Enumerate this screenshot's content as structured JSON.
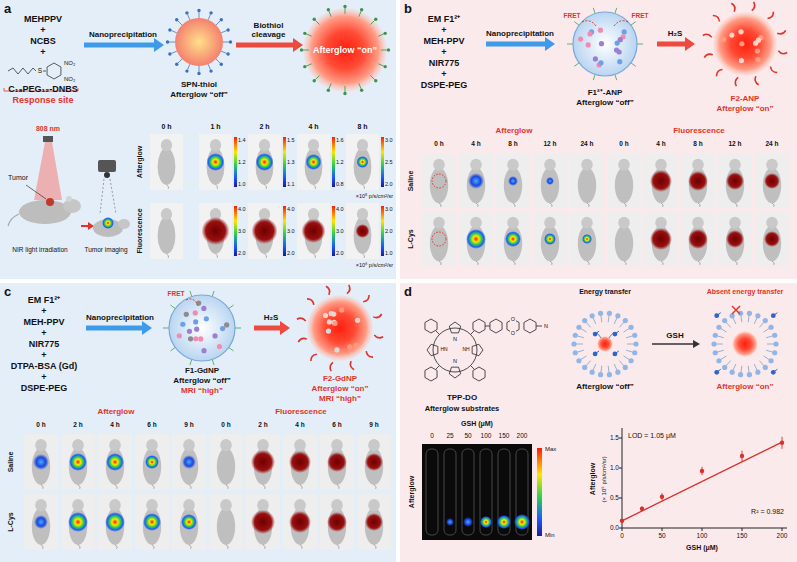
{
  "diagram": {
    "nodes": [
      {
        "text": [
          "a"
        ]
      },
      {
        "text": [
          "MEHPPV",
          "+",
          "NCBS",
          "+",
          "C₁₈PEG₁₂-DNBS",
          "Response site"
        ],
        "in": 0
      },
      {
        "text": [
          "SPN-thiol",
          "Afterglow “off”"
        ],
        "in": 0
      },
      {
        "text": [
          "Afterglow “on”"
        ],
        "in": 0
      },
      {
        "text": [
          "b"
        ]
      },
      {
        "text": [
          "EM F1²⁺",
          "+",
          "MEH-PPV",
          "+",
          "NIR775",
          "+",
          "DSPE-PEG"
        ],
        "in": 4
      },
      {
        "text": [
          "F1²⁺-ANP",
          "Afterglow “off”"
        ],
        "in": 4
      },
      {
        "text": [
          "F2-ANP",
          "Afterglow “on”"
        ],
        "in": 4
      },
      {
        "text": [
          "c"
        ]
      },
      {
        "text": [
          "EM F1²⁺",
          "+",
          "MEH-PPV",
          "+",
          "NIR775",
          "+",
          "DTPA-BSA (Gd)",
          "+",
          "DSPE-PEG"
        ],
        "in": 8
      },
      {
        "text": [
          "F1-GdNP",
          "Afterglow “off”",
          "MRI “high”"
        ],
        "in": 8
      },
      {
        "text": [
          "F2-GdNP",
          "Afterglow “on”",
          "MRI “high”"
        ],
        "in": 8
      },
      {
        "text": [
          "d"
        ]
      },
      {
        "text": [
          "Afterglow “off”"
        ],
        "in": 12
      },
      {
        "text": [
          "Afterglow “on”"
        ],
        "in": 12
      }
    ],
    "edges": [
      {
        "from": 1,
        "to": 2,
        "label": "Nanoprecipitation",
        "arrow": "to"
      },
      {
        "from": 2,
        "to": 3,
        "label": "Biothiol cleavage",
        "arrow": "to"
      },
      {
        "from": 5,
        "to": 6,
        "label": "Nanoprecipitation",
        "arrow": "to"
      },
      {
        "from": 6,
        "to": 7,
        "label": "H₂S",
        "arrow": "to"
      },
      {
        "from": 9,
        "to": 10,
        "label": "Nanoprecipitation",
        "arrow": "to"
      },
      {
        "from": 10,
        "to": 11,
        "label": "H₂S",
        "arrow": "to"
      },
      {
        "from": 13,
        "to": 14,
        "label": "GSH",
        "arrow": "to"
      }
    ],
    "labels": [
      "NO₂",
      "NO₂",
      "S",
      "808 nm",
      "Tumor",
      "NIR light irradiation",
      "Tumor imaging",
      "0 h",
      "1 h",
      "2 h",
      "4 h",
      "8 h",
      "Afterglow",
      "Fluorescence",
      "1.4",
      "1.2",
      "1.0",
      "1.5",
      "1.3",
      "1.1",
      "1.6",
      "1.2",
      "0.8",
      "3.0",
      "2.5",
      "2.0",
      "×10⁵ p/s/cm²/sr",
      "4.0",
      "3.0",
      "2.0",
      "4.0",
      "3.0",
      "2.0",
      "4.0",
      "3.0",
      "2.0",
      "3.0",
      "2.0",
      "1.0",
      "×10⁸ p/s/cm²/sr",
      "FRET",
      "FRET",
      "Afterglow",
      "Fluorescence",
      "0 h",
      "4 h",
      "8 h",
      "12 h",
      "24 h",
      "0 h",
      "4 h",
      "8 h",
      "12 h",
      "24 h",
      "Saline",
      "L-Cys",
      "FRET",
      "Afterglow",
      "Fluorescence",
      "0 h",
      "2 h",
      "4 h",
      "6 h",
      "9 h",
      "0 h",
      "2 h",
      "4 h",
      "6 h",
      "9 h",
      "Saline",
      "L-Cys",
      "N",
      "NH",
      "HN",
      "N",
      "O",
      "O",
      "N",
      "TPP-DO",
      "Afterglow substrates",
      "Energy transfer",
      "Absent energy transfer",
      "GSH (μM)",
      "0",
      "25",
      "50",
      "100",
      "150",
      "200",
      "Afterglow",
      "Max",
      "Min",
      "LOD = 1.05 μM",
      "R² = 0.982",
      "0.0",
      "0.5",
      "1.0",
      "1.5",
      "0",
      "50",
      "100",
      "150",
      "200",
      "GSH (μM)",
      "Afterglow",
      "(× 10⁵ p/s/cm²/sr)"
    ]
  }
}
